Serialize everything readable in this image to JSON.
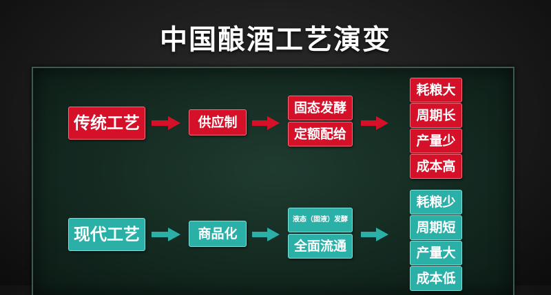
{
  "title": "中国酿酒工艺演变",
  "traditional": {
    "label": "传统工艺",
    "system": "供应制",
    "fermentation": "固态发酵",
    "allocation": "定额配给",
    "results": [
      "耗粮大",
      "周期长",
      "产量少",
      "成本高"
    ]
  },
  "modern": {
    "label": "现代工艺",
    "system": "商品化",
    "fermentation": "液态（固液）发酵",
    "circulation": "全面流通",
    "results": [
      "耗粮少",
      "周期短",
      "产量大",
      "成本低"
    ]
  },
  "colors": {
    "red": "#d5112a",
    "teal": "#2bb0a8",
    "board": "#1f3b30"
  }
}
